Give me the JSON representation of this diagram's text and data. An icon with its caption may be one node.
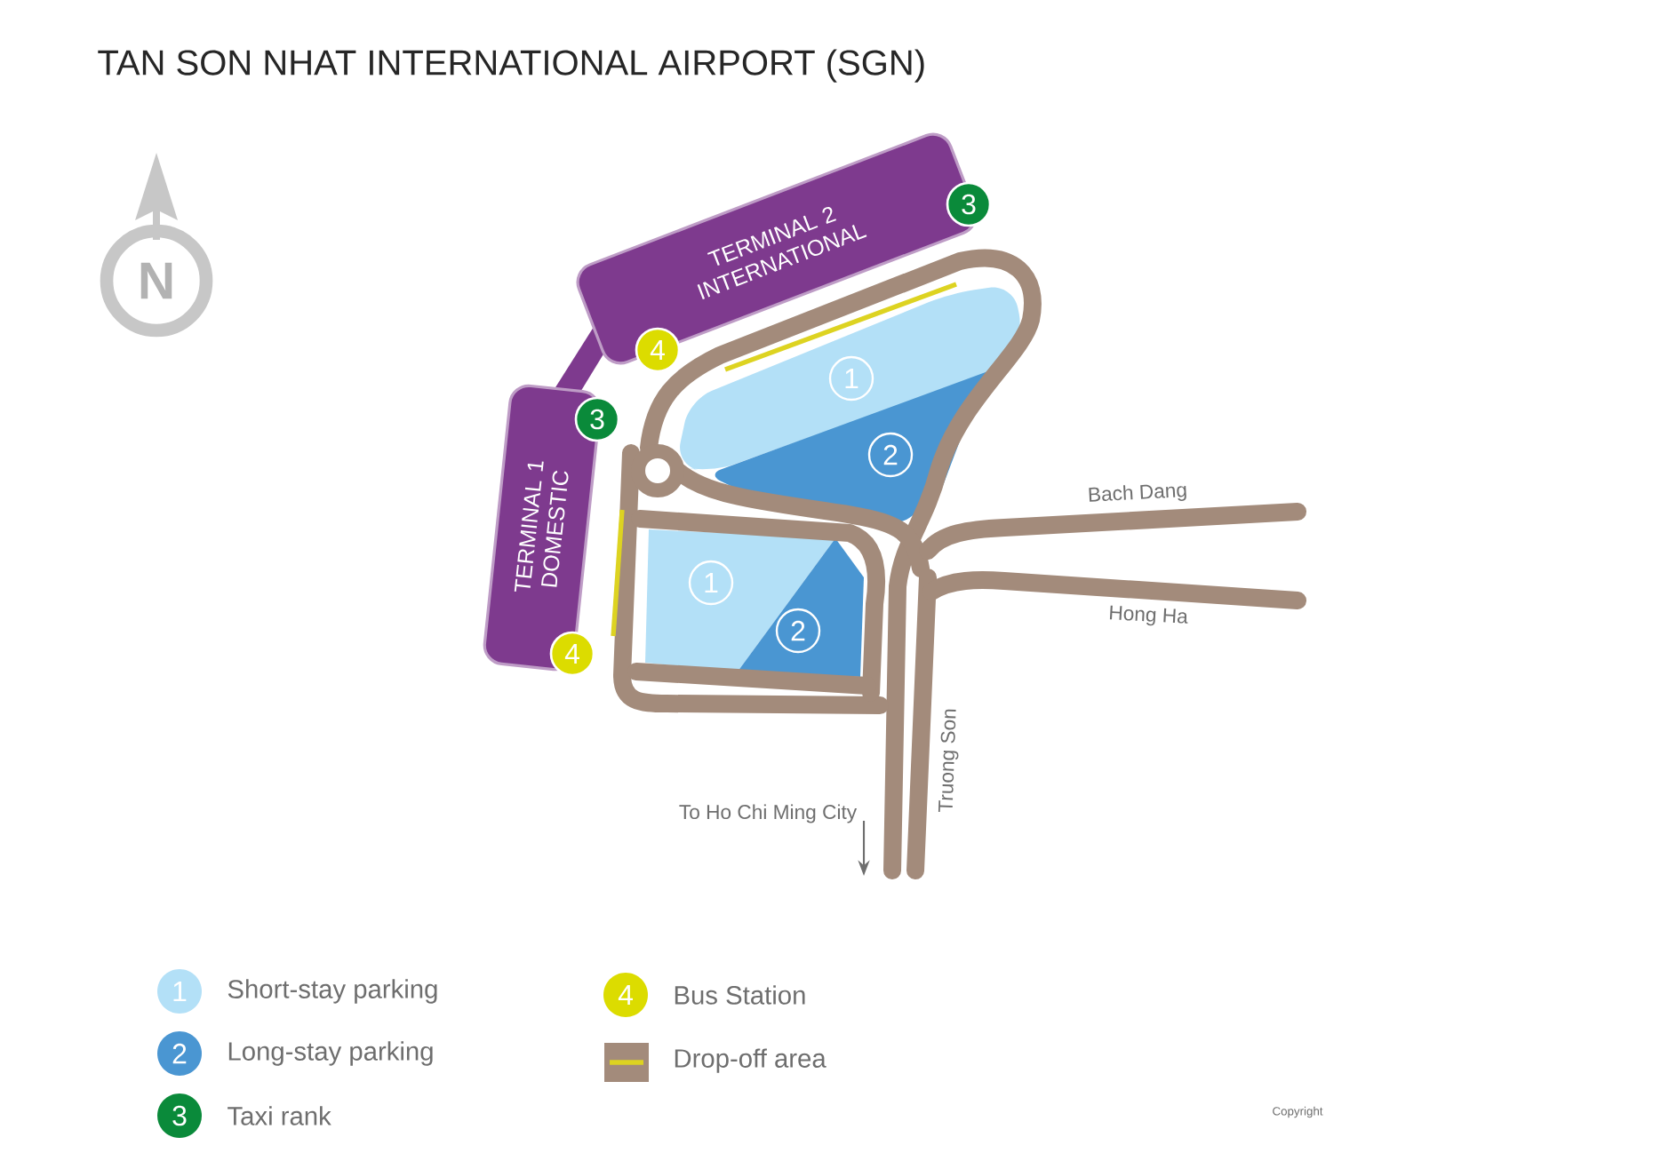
{
  "diagram": {
    "title": "TAN SON NHAT INTERNATIONAL AIRPORT (SGN)",
    "nodes": [
      {
        "text": [
          "TERMINAL 2 INTERNATIONAL"
        ]
      },
      {
        "text": [
          "TERMINAL 1 DOMESTIC"
        ]
      },
      {
        "text": [
          "3"
        ]
      },
      {
        "text": [
          "4"
        ]
      },
      {
        "text": [
          "3"
        ]
      },
      {
        "text": [
          "4"
        ]
      },
      {
        "text": [
          "1"
        ]
      },
      {
        "text": [
          "2"
        ]
      },
      {
        "text": [
          "1"
        ]
      },
      {
        "text": [
          "2"
        ]
      }
    ],
    "labels": [
      "Bach Dang",
      "Hong Ha",
      "Truong Son",
      "To Ho Chi Ming City",
      "N",
      "1",
      "2",
      "3",
      "4",
      "Copyright"
    ],
    "legend": [
      {
        "text": "Short-stay parking",
        "color": "#b3e0f7"
      },
      {
        "text": "Long-stay parking",
        "color": "#4a96d2"
      },
      {
        "text": "Taxi rank",
        "color": "#0a8a3a"
      },
      {
        "text": "Bus Station",
        "color": "#dcdc00"
      },
      {
        "text": "Drop-off area"
      }
    ]
  }
}
